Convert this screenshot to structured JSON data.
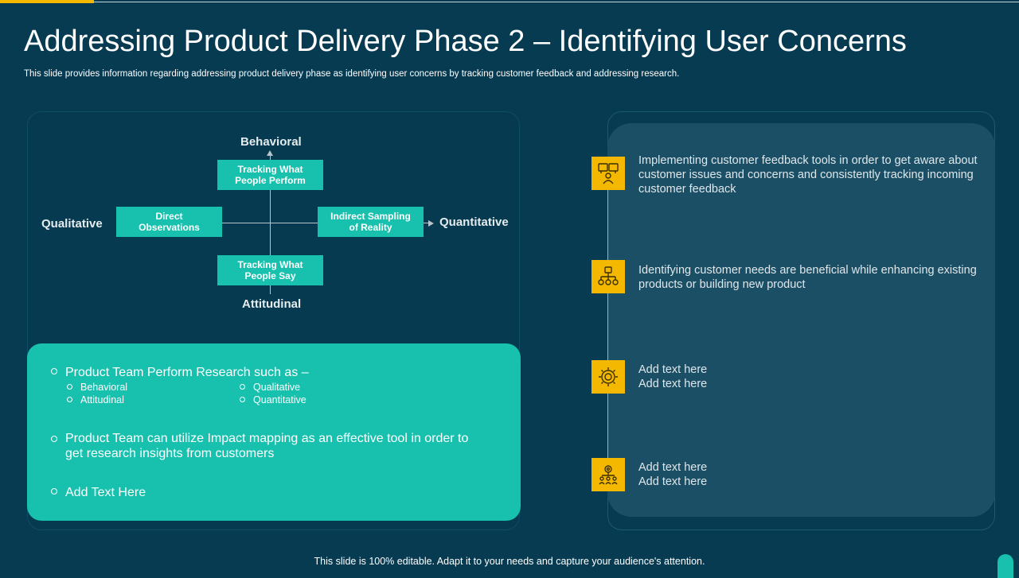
{
  "slide": {
    "title": "Addressing Product Delivery Phase 2 – Identifying User Concerns",
    "subtitle": "This slide provides information regarding addressing product delivery phase as identifying user concerns by tracking customer feedback and addressing research.",
    "footer": "This slide is 100% editable. Adapt it to your needs and capture your audience's attention.",
    "colors": {
      "background": "#063B52",
      "teal": "#17C1AE",
      "accent": "#F5B800",
      "panel": "#1B4F66"
    }
  },
  "matrix": {
    "axis_top": "Behavioral",
    "axis_bottom": "Attitudinal",
    "axis_left": "Qualitative",
    "axis_right": "Quantitative",
    "box_top": "Tracking What\nPeople Perform",
    "box_left": "Direct\nObservations",
    "box_right": "Indirect Sampling\nof Reality",
    "box_bottom": "Tracking What\nPeople Say"
  },
  "research_card": {
    "bullet1": "Product Team Perform Research such as –",
    "sub_items": [
      "Behavioral",
      "Qualitative",
      "Attitudinal",
      "Quantitative"
    ],
    "bullet2": "Product Team can utilize Impact mapping as an effective tool in order to get research insights from customers",
    "bullet3": "Add Text Here"
  },
  "timeline_items": [
    {
      "icon": "feedback-tools-icon",
      "lines": [
        "Implementing customer feedback tools in order to get aware about customer issues and concerns and consistently tracking incoming customer feedback"
      ]
    },
    {
      "icon": "hierarchy-icon",
      "lines": [
        "Identifying customer needs are beneficial while enhancing existing products or building new product"
      ]
    },
    {
      "icon": "gear-bulb-icon",
      "lines": [
        "Add text here",
        "Add text here"
      ]
    },
    {
      "icon": "team-target-icon",
      "lines": [
        "Add text here",
        "Add text here"
      ]
    }
  ]
}
